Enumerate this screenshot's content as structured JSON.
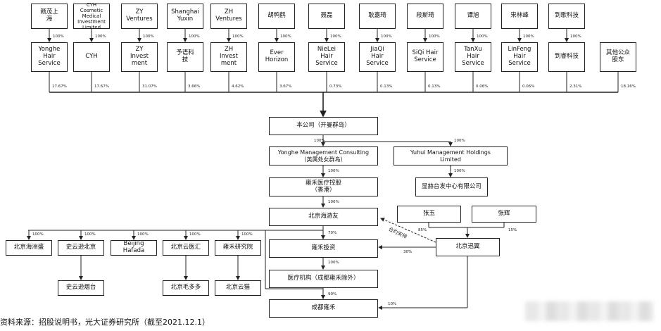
{
  "shareholders": [
    {
      "top": "赣茂上\n海",
      "pct": "100%",
      "holder": "Yonghe\nHair\nService",
      "share": "17.67%"
    },
    {
      "top": "CYH Cosmetic\nMedical\nInvestment\nLimited",
      "pct": "100%",
      "holder": "CYH",
      "share": "17.67%"
    },
    {
      "top": "ZY\nVentures",
      "pct": "100%",
      "holder": "ZY\nInvest\nment",
      "share": "31.07%"
    },
    {
      "top": "Shanghai\nYuxin",
      "pct": "100%",
      "holder": "予语科\n技",
      "share": "3.66%"
    },
    {
      "top": "ZH\nVentures",
      "pct": "100%",
      "holder": "ZH\nInvest\nment",
      "share": "4.62%"
    },
    {
      "top": "胡鸭鹤",
      "pct": "100%",
      "holder": "Ever\nHorizon",
      "share": "3.67%"
    },
    {
      "top": "聂磊",
      "pct": "100%",
      "holder": "NieLei\nHair\nService",
      "share": "0.73%"
    },
    {
      "top": "耿嘉琦",
      "pct": "100%",
      "holder": "JiaQi\nHair\nService",
      "share": "0.13%"
    },
    {
      "top": "段斯琦",
      "pct": "100%",
      "holder": "SiQi Hair\nService",
      "share": "0.13%"
    },
    {
      "top": "谭旭",
      "pct": "100%",
      "holder": "TanXu\nHair\nService",
      "share": "0.06%"
    },
    {
      "top": "宋林峰",
      "pct": "100%",
      "holder": "LinFeng\nHair\nService",
      "share": "0.06%"
    },
    {
      "top": "到歌科技",
      "pct": "100%",
      "holder": "到睿科技",
      "share": "2.31%"
    },
    {
      "top": "",
      "pct": "",
      "holder": "其他公众\n股东",
      "share": "18.16%"
    }
  ],
  "company": "本公司（开曼群岛）",
  "yonghe_mgmt": "Yonghe Management Consulting\n（英属处女群岛）",
  "yuhui_mgmt": "Yuhui Management Holdings\nLimited",
  "pct_yonghe_mgmt": "100%",
  "pct_yuhui_mgmt": "100%",
  "yonghe_med": "雍禾医疗控股\n（香港）",
  "pct_yonghe_med": "100%",
  "xianhui": "显赫台发中心有限公司",
  "pct_xianhui": "100%",
  "haiyou": "北京海游友",
  "pct_haiyou": "100%",
  "subs": [
    {
      "name": "北京海洲盛",
      "pct": "100%"
    },
    {
      "name": "史云逊北京",
      "pct": "100%"
    },
    {
      "name": "Beijing\nHafada",
      "pct": "100%"
    },
    {
      "name": "北京云医汇",
      "pct": "100%"
    },
    {
      "name": "雍禾研究院",
      "pct": "100%"
    }
  ],
  "subsubs": [
    "史云逊烟台",
    "北京毛多多",
    "北京云猫"
  ],
  "yonghe_inv": "雍禾投资",
  "pct_yonghe_inv": "70%",
  "medical": "医疗机构（成都雍禾除外）",
  "pct_medical": "100%",
  "chengdu": "成都雍禾",
  "pct_chengdu_main": "90%",
  "pct_chengdu_xy": "10%",
  "zhangyu": "张玉",
  "zhanghui": "张辉",
  "pct_zhangyu": "85%",
  "pct_zhanghui": "15%",
  "xunyi": "北京迅翼",
  "pct_xunyi_inv": "30%",
  "contract": "合约安排",
  "source": "资料来源：招股说明书，光大证券研究所（截至2021.12.1）"
}
